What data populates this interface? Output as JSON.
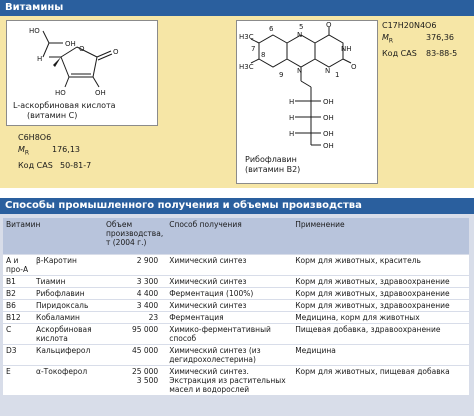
{
  "section_vitamins": {
    "title": "Витамины"
  },
  "vitamin_c": {
    "struct_labels": {
      "ho_top": "HO",
      "h": "H",
      "oh_left": "OH",
      "o_ring": "O",
      "o_carbonyl": "O",
      "ho_bottom": "HO",
      "oh_bottom": "OH"
    },
    "name_line1": "L-аскорбиновая кислота",
    "name_line2": "(витамин C)",
    "formula": "C6H8O6",
    "mr_label": "M",
    "mr_sub": "R",
    "mr_value": "176,13",
    "cas_label": "Код CAS",
    "cas_value": "50-81-7"
  },
  "vitamin_b2": {
    "formula": "C17H20N4O6",
    "mr_label": "M",
    "mr_sub": "R",
    "mr_value": "376,36",
    "cas_label": "Код CAS",
    "cas_value": "83-88-5",
    "struct_labels": {
      "h3c_top": "H3C",
      "h3c_bottom": "H3C",
      "n5": "N",
      "n10": "N",
      "n1": "N",
      "nh": "NH",
      "o_top": "O",
      "o_right": "O",
      "num5": "5",
      "num6": "6",
      "num7": "7",
      "num8": "8",
      "num9": "9",
      "num1": "1",
      "h1": "H",
      "h2": "H",
      "h3": "H",
      "oh1": "OH",
      "oh2": "OH",
      "oh3": "OH",
      "oh_end": "OH"
    },
    "name_line1": "Рибофлавин",
    "name_line2": "(витамин B2)"
  },
  "section_production": {
    "title": "Способы промышленного получения и объемы производства"
  },
  "table": {
    "headers": {
      "vitamin": "Витамин",
      "volume": "Объем производства, т (2004 г.)",
      "method": "Способ получения",
      "use": "Применение"
    },
    "rows": [
      {
        "vit": "A и про-A",
        "name": "β-Каротин",
        "vol": "2 900",
        "method": "Химический синтез",
        "use": "Корм для животных, краситель"
      },
      {
        "vit": "B1",
        "name": "Тиамин",
        "vol": "3 300",
        "method": "Химический синтез",
        "use": "Корм для животных, здравоохранение"
      },
      {
        "vit": "B2",
        "name": "Рибофлавин",
        "vol": "4 400",
        "method": "Ферментация (100%)",
        "use": "Корм для животных, здравоохранение"
      },
      {
        "vit": "B6",
        "name": "Пиридоксаль",
        "vol": "3 400",
        "method": "Химический синтез",
        "use": "Корм для животных, здравоохранение"
      },
      {
        "vit": "B12",
        "name": "Кобаламин",
        "vol": "23",
        "method": "Ферментация",
        "use": "Медицина, корм для животных"
      },
      {
        "vit": "C",
        "name": "Аскорбиновая кислота",
        "vol": "95 000",
        "method": "Химико-ферментативный способ",
        "use": "Пищевая добавка, здравоохранение"
      },
      {
        "vit": "D3",
        "name": "Кальциферол",
        "vol": "45 000",
        "method": "Химический синтез (из дегидрохолестерина)",
        "use": "Медицина"
      },
      {
        "vit": "E",
        "name": "α-Токоферол",
        "vol": "25 000\n3 500",
        "method": "Химический синтез. Экстракция из растительных масел и водорослей",
        "use": "Корм для животных, пищевая добавка"
      }
    ]
  },
  "colors": {
    "header_blue": "#2a5f9e",
    "panel_yellow": "#f6e6a6",
    "table_panel": "#d8dde9",
    "table_header": "#b8c4dc"
  }
}
